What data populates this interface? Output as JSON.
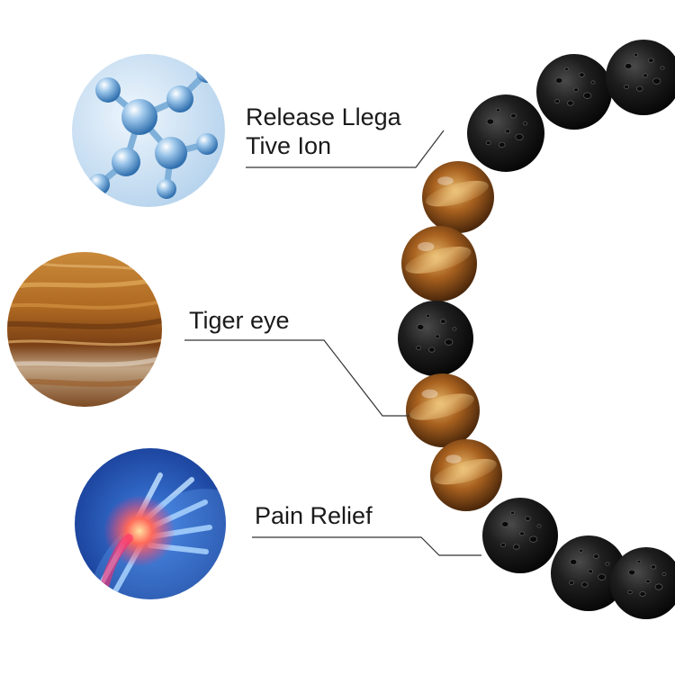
{
  "features": [
    {
      "id": "ion",
      "label_lines": [
        "Release Llega",
        "Tive Ion"
      ],
      "icon": "molecule-icon",
      "colors": {
        "bg": "#cfe4f6",
        "sphere": "#5e9ed2",
        "rod": "#8db8dc"
      }
    },
    {
      "id": "tiger-eye",
      "label_lines": [
        "Tiger eye"
      ],
      "icon": "tiger-eye-stone-icon",
      "colors": {
        "base": "#b87426",
        "dark": "#6b3a12",
        "light": "#e0a24e"
      }
    },
    {
      "id": "pain-relief",
      "label_lines": [
        "Pain Relief"
      ],
      "icon": "wrist-xray-icon",
      "colors": {
        "bg": "#1e4fb4",
        "bone": "#cfe6ff",
        "pain": "#ff3d6a"
      }
    }
  ],
  "bracelet": {
    "bead_types": [
      "lava",
      "tiger-eye",
      "tiger-eye",
      "lava",
      "tiger-eye",
      "tiger-eye",
      "lava",
      "lava",
      "lava",
      "lava",
      "lava"
    ],
    "colors": {
      "lava": "#151515",
      "tiger_eye": "#9c5a1c",
      "leader_line": "#333333"
    }
  }
}
